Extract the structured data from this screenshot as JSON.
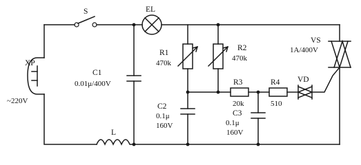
{
  "components": {
    "plug": {
      "ref": "XP",
      "value": "~220V"
    },
    "switch": {
      "ref": "S"
    },
    "lamp": {
      "ref": "EL"
    },
    "c1": {
      "ref": "C1",
      "value": "0.01μ/400V"
    },
    "r1": {
      "ref": "R1",
      "value": "470k"
    },
    "r2": {
      "ref": "R2",
      "value": "470k"
    },
    "c2": {
      "ref": "C2",
      "value": "0.1μ",
      "value2": "160V"
    },
    "r3": {
      "ref": "R3",
      "value": "20k"
    },
    "r4": {
      "ref": "R4",
      "value": "510"
    },
    "c3": {
      "ref": "C3",
      "value": "0.1μ",
      "value2": "160V"
    },
    "diac": {
      "ref": "VD"
    },
    "triac": {
      "ref": "VS",
      "value": "1A/400V"
    },
    "inductor": {
      "ref": "L"
    }
  }
}
